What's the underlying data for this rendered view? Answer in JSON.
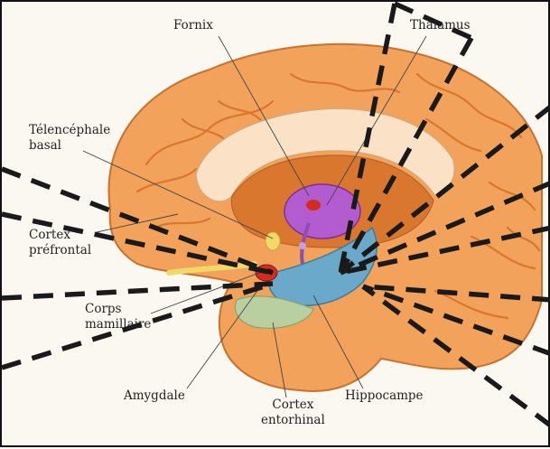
{
  "labels": {
    "fornix": "Fornix",
    "thalamus": "Thalamus",
    "telencephale_line1": "Télencéphale",
    "telencephale_line2": "basal",
    "cortex_prefrontal_line1": "Cortex",
    "cortex_prefrontal_line2": "préfrontal",
    "corps_mamillaire_line1": "Corps",
    "corps_mamillaire_line2": "mamillaire",
    "amygdale": "Amygdale",
    "cortex_entorhinal_line1": "Cortex",
    "cortex_entorhinal_line2": "entorhinal",
    "hippocampe": "Hippocampe"
  },
  "colors": {
    "cortex": "#f2a25a",
    "cortex_dark": "#d9772e",
    "corpus_callosum": "#fbe2c6",
    "thalamus": "#b35ccf",
    "hippocampus": "#6aa9c9",
    "amygdala": "#d42b1f",
    "entorhinal": "#b9cfa0",
    "basal_forebrain": "#f0d96a",
    "dashed_overlay": "#1a1a1a"
  }
}
